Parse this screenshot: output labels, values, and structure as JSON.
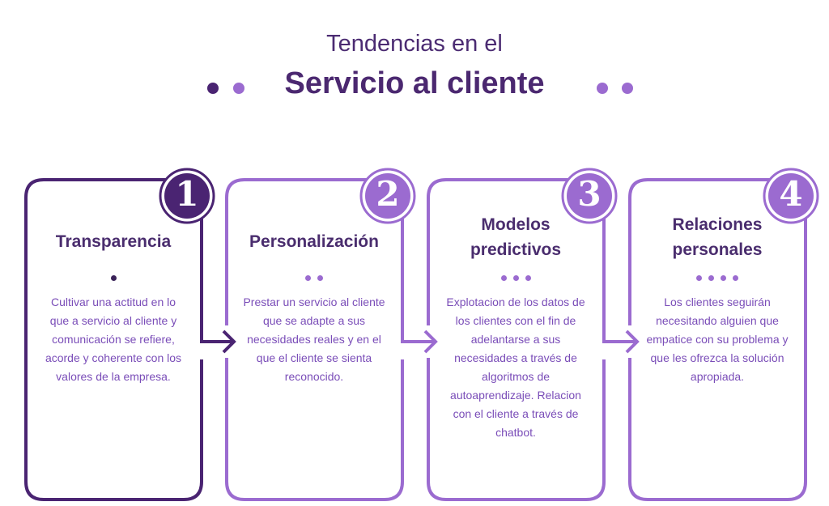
{
  "header": {
    "subtitle": "Tendencias en el",
    "title": "Servicio al cliente"
  },
  "colors": {
    "dark": "#4a2472",
    "light": "#9b6bd0"
  },
  "cards": [
    {
      "number": "1",
      "title": "Transparencia",
      "dots": 1,
      "text": "Cultivar una actitud en lo que a servicio al cliente y comunicación se refiere, acorde y coherente con los valores de la empresa."
    },
    {
      "number": "2",
      "title": "Personalización",
      "dots": 2,
      "text": "Prestar un servicio al cliente que se adapte a sus necesidades reales y en el que el cliente se sienta reconocido."
    },
    {
      "number": "3",
      "title": "Modelos predictivos",
      "dots": 3,
      "text": "Explotacion de los datos de los clientes con el fin de adelantarse a sus necesidades a través de algoritmos de autoaprendizaje. Relacion con el cliente a través de chatbot."
    },
    {
      "number": "4",
      "title": "Relaciones personales",
      "dots": 4,
      "text": "Los clientes seguirán necesitando alguien que empatice con su problema y que les ofrezca la solución apropiada."
    }
  ]
}
